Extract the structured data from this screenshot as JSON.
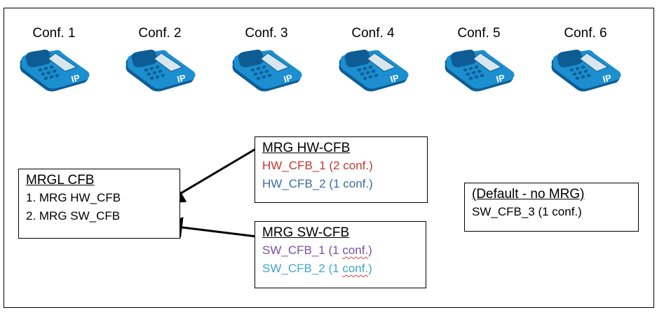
{
  "conferences": [
    "Conf. 1",
    "Conf. 2",
    "Conf. 3",
    "Conf. 4",
    "Conf. 5",
    "Conf. 6"
  ],
  "phone_icon": "ip-phone-icon",
  "phone_badge": "IP",
  "colors": {
    "phone_blue": "#1c8fd0",
    "phone_dark": "#0d5d94",
    "hw_cfb_1": "#c0392b",
    "hw_cfb_2": "#3a6ea5",
    "sw_cfb_1": "#7a4fa3",
    "sw_cfb_2": "#3fa7c9"
  },
  "mrgl": {
    "title": "MRGL CFB",
    "items": [
      "1. MRG HW_CFB",
      "2. MRG SW_CFB"
    ]
  },
  "mrg_hw": {
    "title": "MRG HW-CFB",
    "items": [
      "HW_CFB_1 (2 conf.)",
      "HW_CFB_2 (1 conf.)"
    ]
  },
  "mrg_sw": {
    "title": "MRG SW-CFB",
    "item1_name": "SW_CFB_1 (1 ",
    "item1_conf": "conf.",
    "item1_end": ")",
    "item2_name": "SW_CFB_2 (1 ",
    "item2_conf": "conf.",
    "item2_end": ")"
  },
  "default": {
    "title": "(Default - no MRG)",
    "items": [
      "SW_CFB_3 (1 conf.)"
    ]
  }
}
